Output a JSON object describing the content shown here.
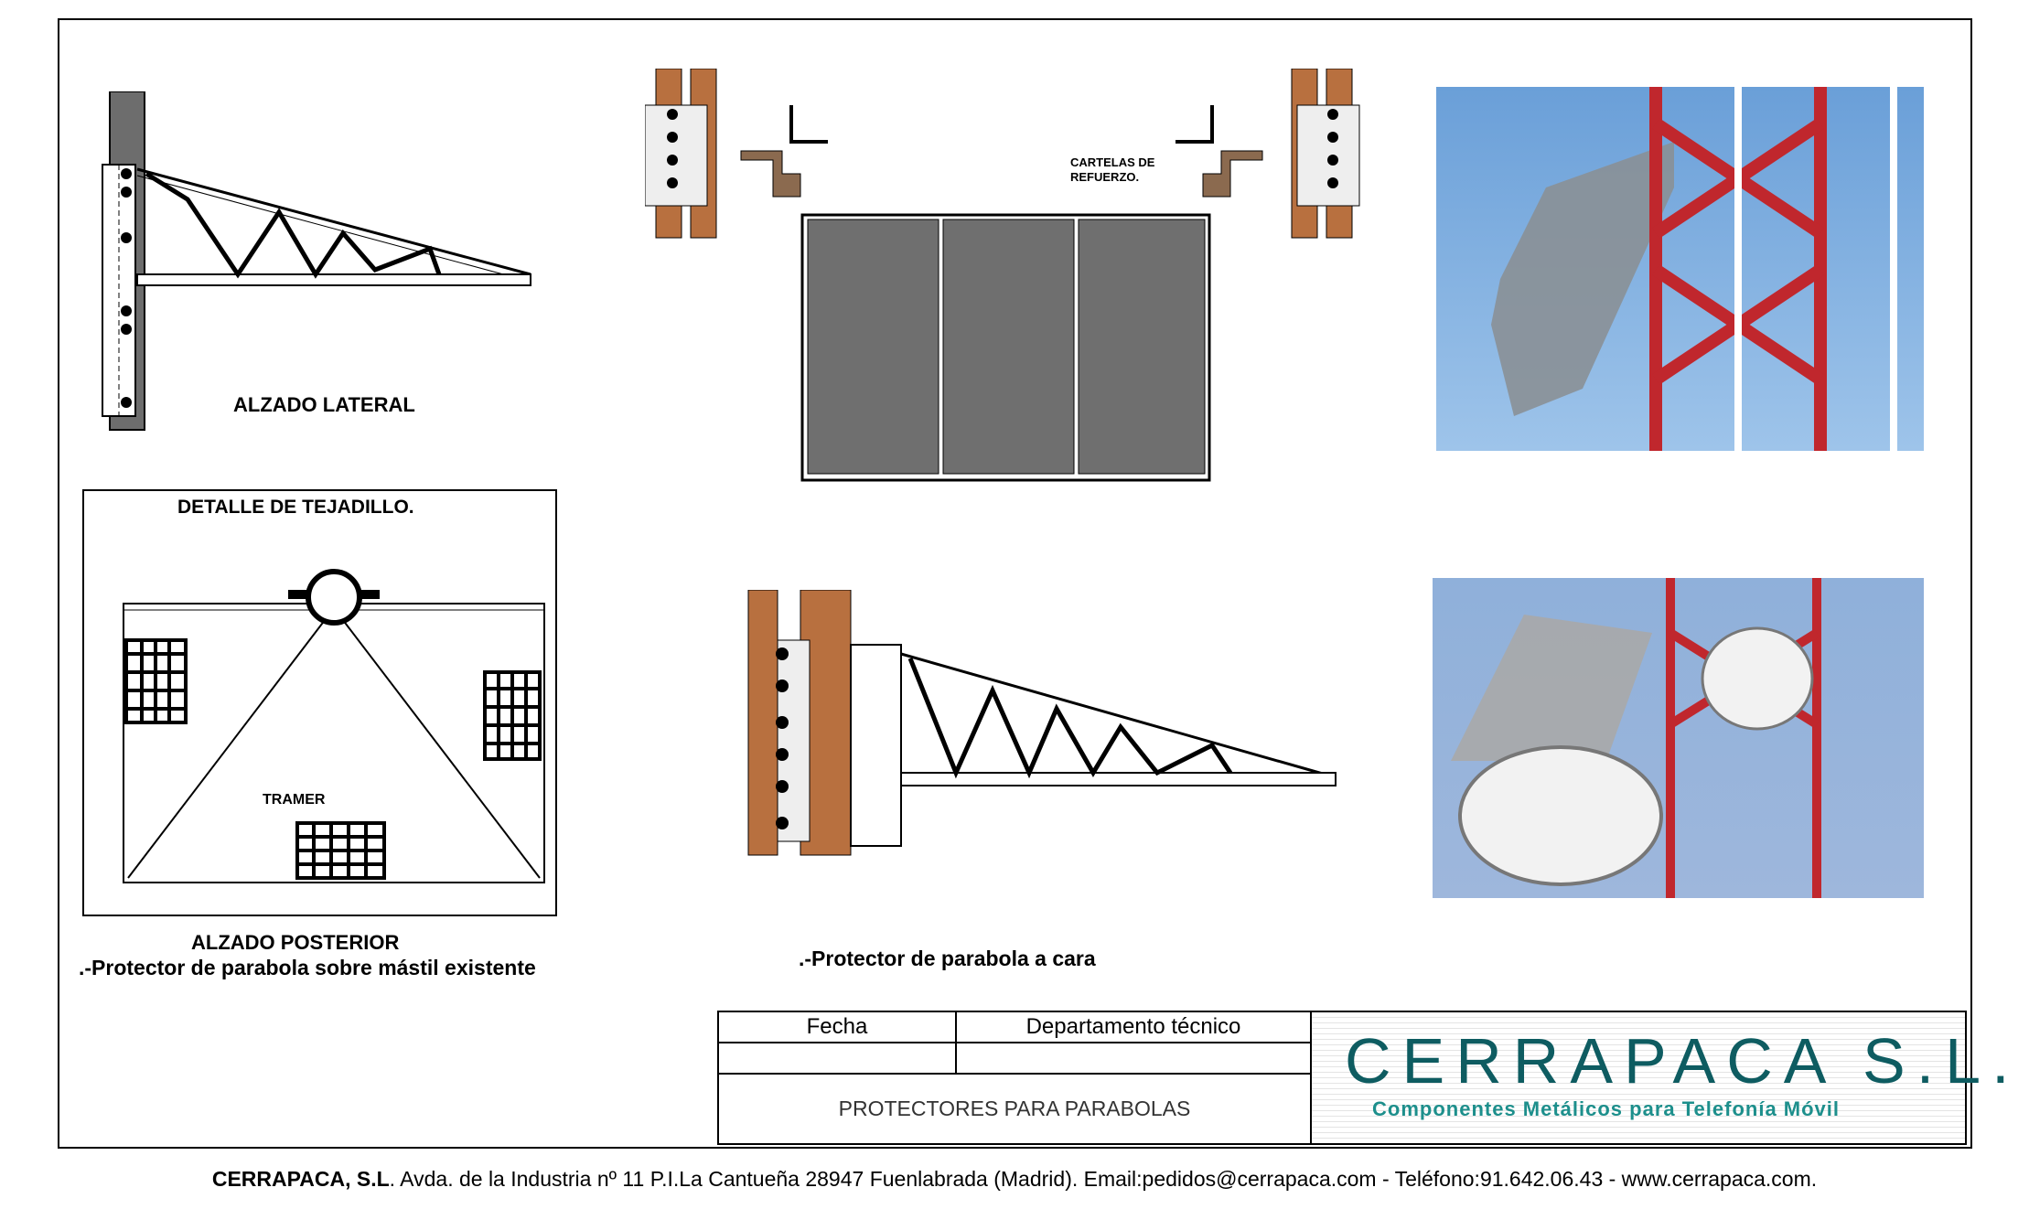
{
  "drawing": {
    "labels": {
      "alzado_lateral": "ALZADO LATERAL",
      "detalle_tejadillo": "DETALLE DE TEJADILLO.",
      "tramer": "TRAMER",
      "alzado_posterior": "ALZADO POSTERIOR",
      "caption_mastil": ".-Protector de parabola sobre mástil existente",
      "caption_cara": ".-Protector de parabola a cara",
      "cartelas_line1": "CARTELAS DE",
      "cartelas_line2": "REFUERZO."
    }
  },
  "title_block": {
    "fecha_label": "Fecha",
    "departamento_label": "Departamento técnico",
    "project_title": "PROTECTORES PARA PARABOLAS",
    "company_name": "CERRAPACA S.L.",
    "company_tagline": "Componentes Metálicos para Telefonía Móvil"
  },
  "footer": {
    "company": "CERRAPACA, S.L",
    "address": ". Avda. de la Industria nº 11 P.I.La Cantueña 28947 Fuenlabrada (Madrid). Email:pedidos@cerrapaca.com - Teléfono:91.642.06.43 - www.cerrapaca.com."
  },
  "colors": {
    "mast_brown": "#b8703f",
    "panel_grey": "#6f6f6f",
    "logo_teal": "#0e5c61",
    "tagline_teal": "#1d8f8c",
    "tower_red": "#c0272d",
    "sky_blue": "#6f9fd6"
  }
}
